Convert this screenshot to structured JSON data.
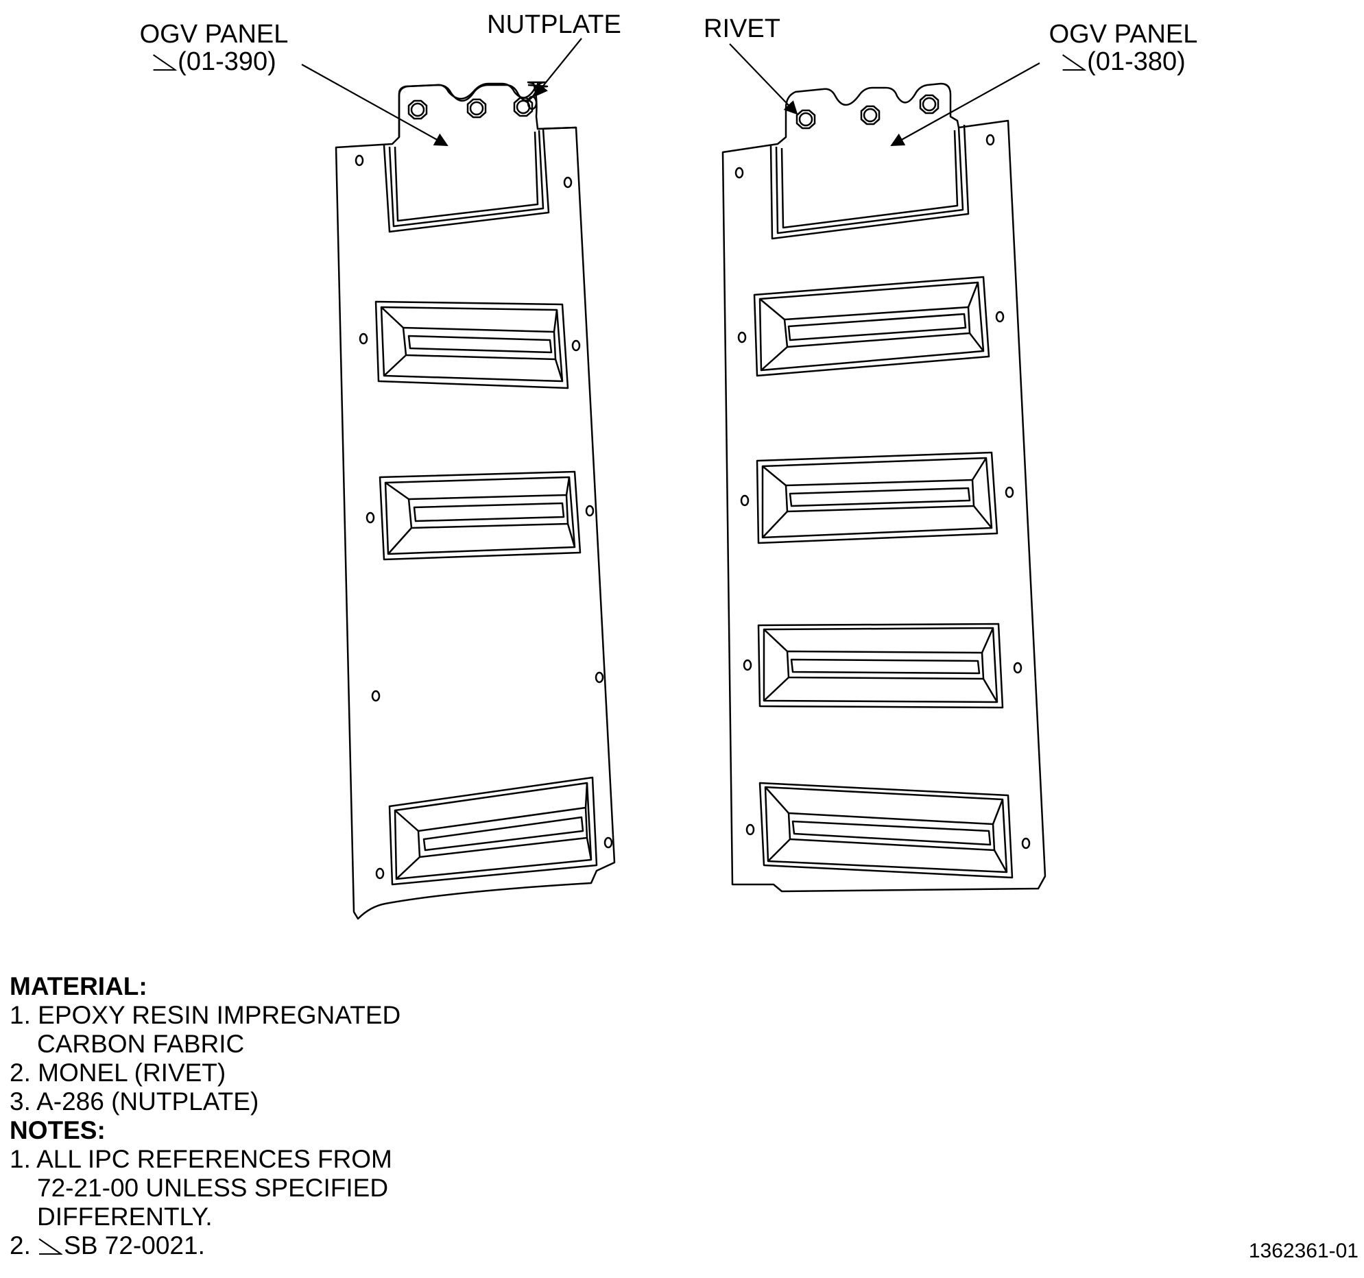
{
  "labels": {
    "left_panel": {
      "title": "OGV PANEL",
      "ref": "(01-390)"
    },
    "nutplate": "NUTPLATE",
    "rivet": "RIVET",
    "right_panel": {
      "title": "OGV PANEL",
      "ref": "(01-380)"
    }
  },
  "notes": {
    "material_heading": "MATERIAL:",
    "material_items": [
      {
        "line1": "1. EPOXY RESIN IMPREGNATED",
        "line2": "CARBON FABRIC"
      },
      {
        "line1": "2. MONEL (RIVET)"
      },
      {
        "line1": "3. A-286 (NUTPLATE)"
      }
    ],
    "notes_heading": "NOTES:",
    "note_items": [
      {
        "line1": "1. ALL IPC REFERENCES FROM",
        "line2": "72-21-00 UNLESS SPECIFIED",
        "line3": "DIFFERENTLY."
      },
      {
        "prefix": "2.",
        "text": "SB 72-0021."
      }
    ]
  },
  "figure_number": "1362361-01"
}
